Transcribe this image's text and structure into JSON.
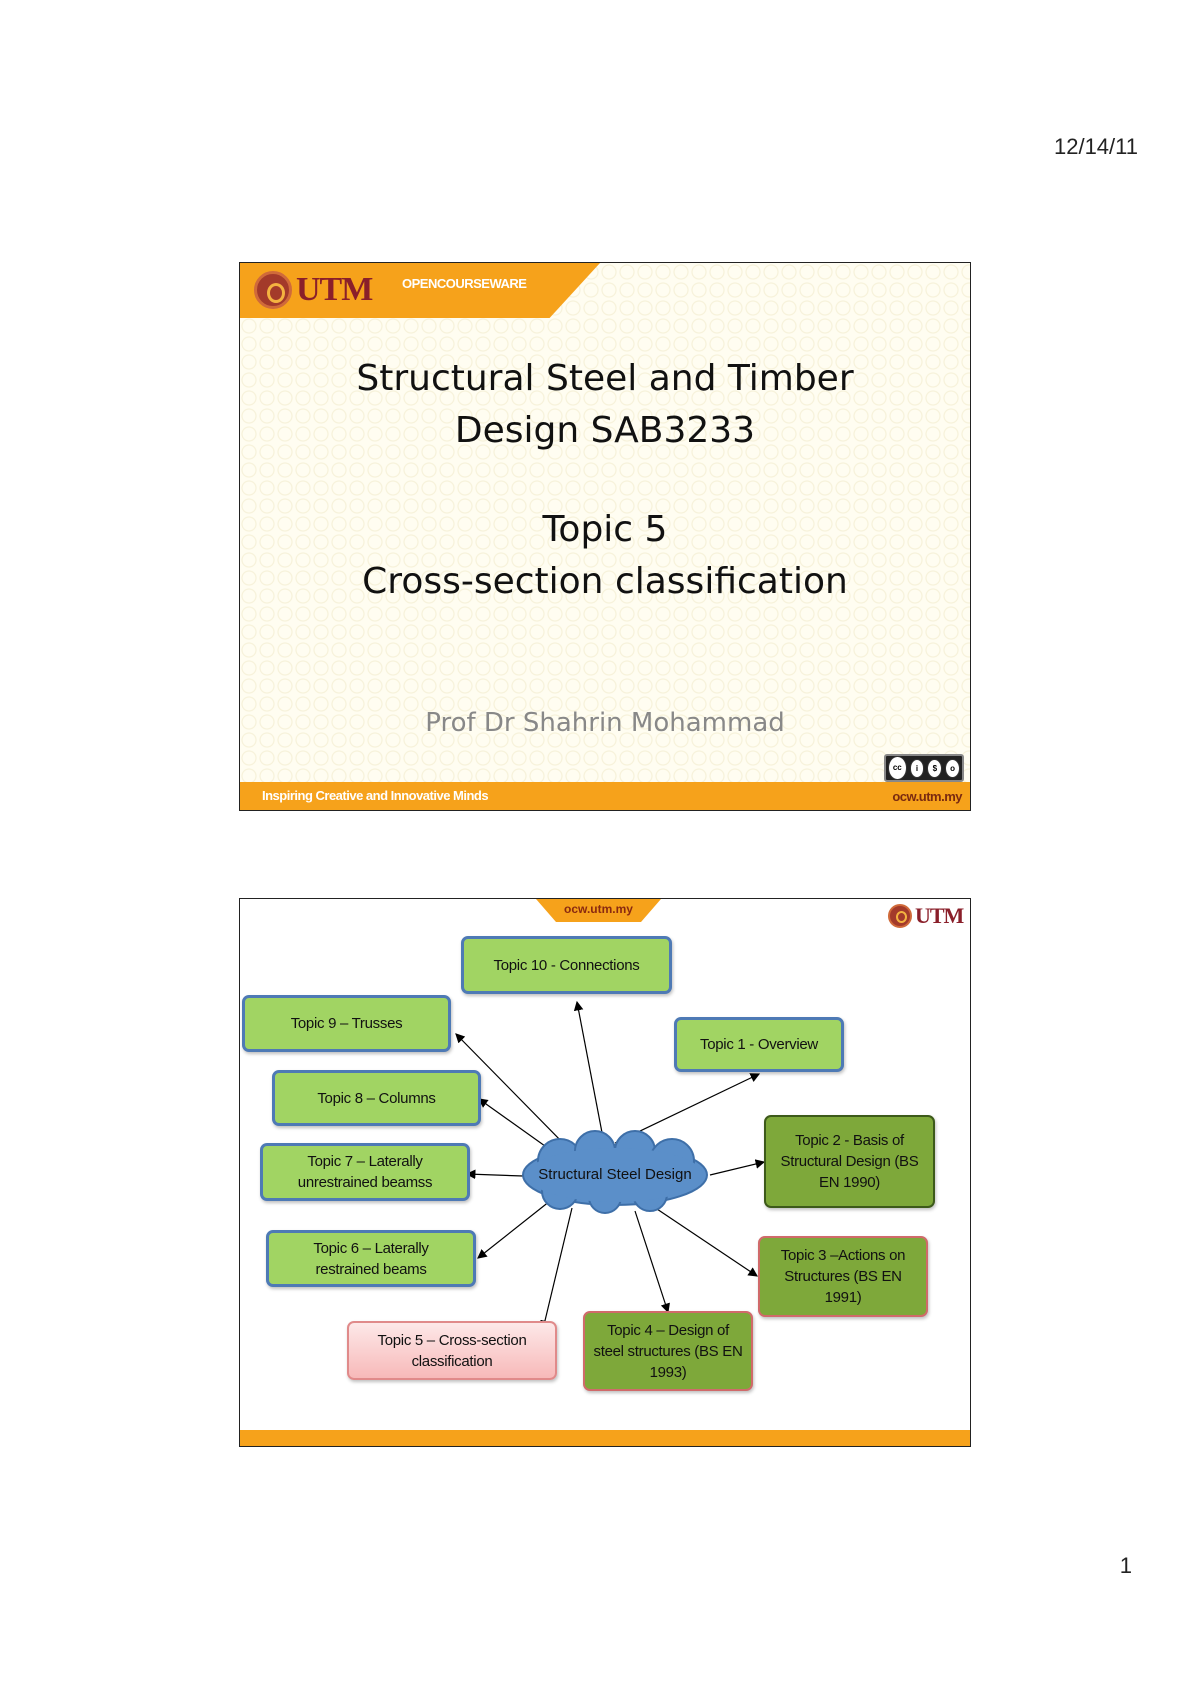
{
  "page": {
    "date": "12/14/11",
    "page_number": "1"
  },
  "slide1": {
    "logo_text": "UTM",
    "header_label": "OPENCOURSEWARE",
    "title_line1": "Structural Steel and Timber",
    "title_line2": "Design SAB3233",
    "topic_line1": "Topic 5",
    "topic_line2": "Cross-section classification",
    "author": "Prof Dr Shahrin Mohammad",
    "footer_left": "Inspiring Creative and Innovative Minds",
    "footer_right": "ocw.utm.my",
    "license_badge": "cc-by-nc-sa"
  },
  "slide2": {
    "tab_label": "ocw.utm.my",
    "logo_text": "UTM",
    "center": "Structural Steel Design",
    "topics": {
      "t10": "Topic 10 - Connections",
      "t9": "Topic 9 – Trusses",
      "t1": "Topic 1 - Overview",
      "t8": "Topic 8 – Columns",
      "t2": "Topic 2 - Basis of Structural Design (BS EN 1990)",
      "t7": "Topic 7 – Laterally unrestrained beamss",
      "t6": "Topic 6 – Laterally restrained beams",
      "t3": "Topic 3 –Actions on Structures (BS EN 1991)",
      "t5": "Topic 5 – Cross-section classification",
      "t4": "Topic 4 – Design of steel structures (BS EN 1993)"
    },
    "colors": {
      "light_green": "#a1d463",
      "dark_green": "#7ea83a",
      "pink": "#f7b9b9",
      "cloud": "#5b8fc9",
      "accent": "#f6a21b"
    }
  }
}
